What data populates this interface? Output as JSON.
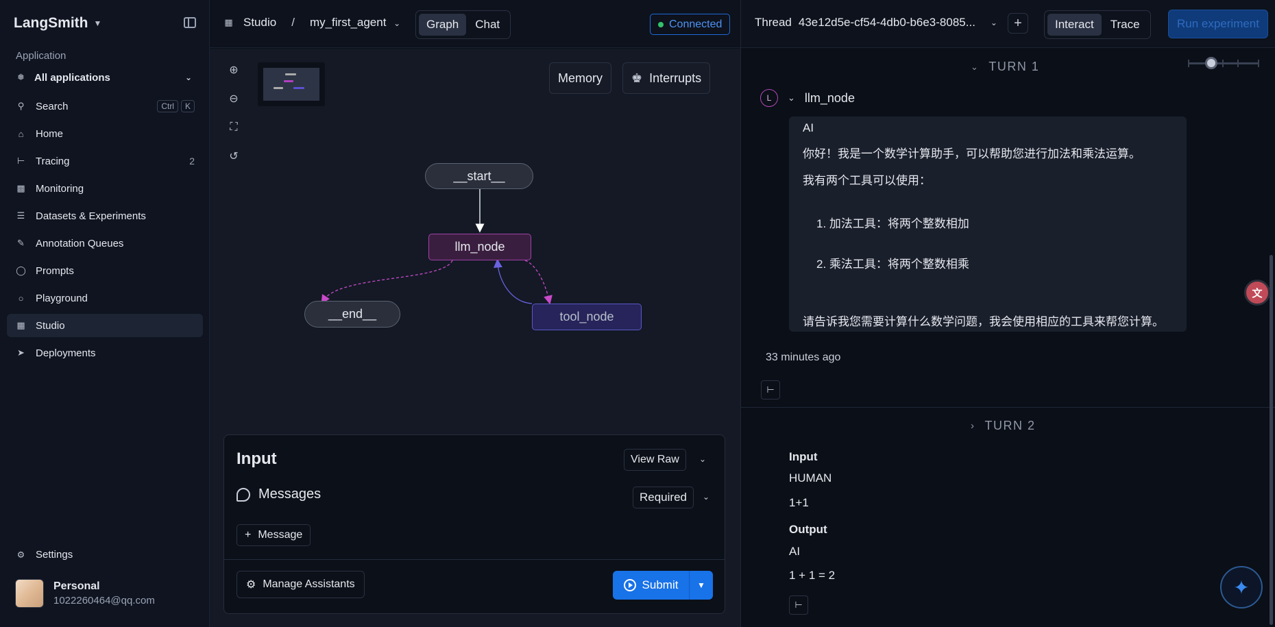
{
  "sidebar": {
    "brand": "LangSmith",
    "section_label": "Application",
    "app_selector": "All applications",
    "items": [
      {
        "label": "Search",
        "icon": "search-icon"
      },
      {
        "label": "Home",
        "icon": "home-icon"
      },
      {
        "label": "Tracing",
        "icon": "tracing-icon",
        "count": "2"
      },
      {
        "label": "Monitoring",
        "icon": "monitoring-icon"
      },
      {
        "label": "Datasets & Experiments",
        "icon": "database-icon"
      },
      {
        "label": "Annotation Queues",
        "icon": "pen-icon"
      },
      {
        "label": "Prompts",
        "icon": "prompt-icon"
      },
      {
        "label": "Playground",
        "icon": "playground-icon"
      },
      {
        "label": "Studio",
        "icon": "studio-icon"
      },
      {
        "label": "Deployments",
        "icon": "rocket-icon"
      }
    ],
    "search_keys": [
      "Ctrl",
      "K"
    ],
    "settings": "Settings",
    "user": {
      "name": "Personal",
      "email": "1022260464@qq.com"
    }
  },
  "topbar": {
    "studio": "Studio",
    "separator": "/",
    "agent": "my_first_agent",
    "view_tabs": [
      "Graph",
      "Chat"
    ],
    "status": "Connected",
    "thread_label": "Thread",
    "thread_id": "43e12d5e-cf54-4db0-b6e3-8085...",
    "mode_tabs": [
      "Interact",
      "Trace"
    ],
    "run_experiment": "Run experiment"
  },
  "canvas": {
    "memory": "Memory",
    "interrupts": "Interrupts",
    "nodes": {
      "start": "__start__",
      "llm": "llm_node",
      "end": "__end__",
      "tool": "tool_node"
    }
  },
  "input_panel": {
    "title": "Input",
    "view_raw": "View Raw",
    "messages": "Messages",
    "required": "Required",
    "add_message": "Message",
    "manage_assistants": "Manage Assistants",
    "submit": "Submit"
  },
  "thread_view": {
    "turn1": "TURN 1",
    "node_badge": "L",
    "node_name": "llm_node",
    "ai_label": "AI",
    "ai_lines": [
      "你好！我是一个数学计算助手，可以帮助您进行加法和乘法运算。",
      "我有两个工具可以使用：",
      "1. 加法工具：将两个整数相加",
      "2. 乘法工具：将两个整数相乘",
      "请告诉我您需要计算什么数学问题，我会使用相应的工具来帮您计算。"
    ],
    "timestamp": "33 minutes ago",
    "turn2": "TURN 2",
    "input_label": "Input",
    "human_label": "HUMAN",
    "human_msg": "1+1",
    "output_label": "Output",
    "output_ai_label": "AI",
    "output_msg": "1 + 1 = 2"
  },
  "colors": {
    "accent": "#1872e8",
    "connected": "#4f93f5",
    "llm_node": "#a042a8",
    "tool_node": "#5d57c9"
  }
}
